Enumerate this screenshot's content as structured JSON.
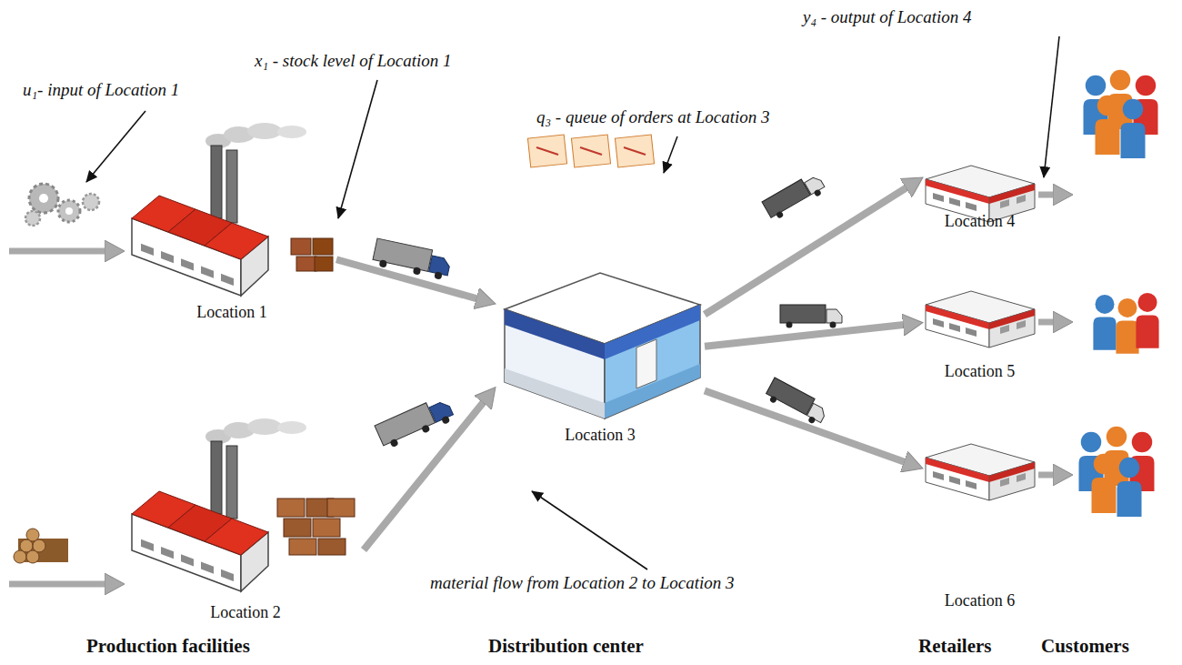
{
  "diagram": {
    "nodes": [
      {
        "text": [
          "Location 1"
        ]
      },
      {
        "text": [
          "Location 2"
        ]
      },
      {
        "text": [
          "Location 3"
        ]
      },
      {
        "text": [
          "Location 4"
        ]
      },
      {
        "text": [
          "Location 5"
        ]
      },
      {
        "text": [
          "Location 6"
        ]
      }
    ],
    "edges": [
      {
        "from": 0,
        "to": 2,
        "arrow": "to"
      },
      {
        "from": 1,
        "to": 2,
        "arrow": "to"
      },
      {
        "from": 2,
        "to": 3,
        "arrow": "to"
      },
      {
        "from": 2,
        "to": 4,
        "arrow": "to"
      },
      {
        "from": 2,
        "to": 5,
        "arrow": "to"
      }
    ],
    "labels": [
      "u₁- input of Location 1",
      "x₁ - stock level of Location 1",
      "q₃ - queue of orders at Location 3",
      "y₄ - output of Location 4",
      "material flow from Location 2 to Location 3",
      "Production facilities",
      "Distribution center",
      "Retailers",
      "Customers"
    ]
  }
}
